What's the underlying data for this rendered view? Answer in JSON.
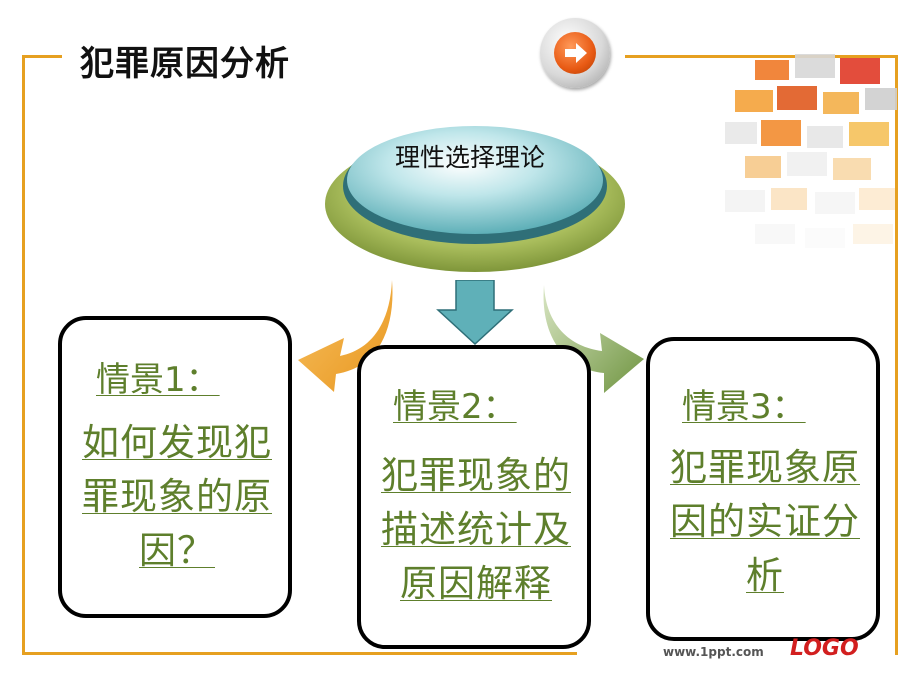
{
  "slide": {
    "title": "犯罪原因分析",
    "theory": "理性选择理论",
    "nav_icon": "arrow-right-icon",
    "scenarios": [
      {
        "heading": "情景1：",
        "body": "如何发现犯罪现象的原因？"
      },
      {
        "heading": "情景2：",
        "body": "犯罪现象的描述统计及原因解释"
      },
      {
        "heading": "情景3：",
        "body": "犯罪现象原因的实证分析"
      }
    ]
  },
  "footer": {
    "url": "www.1ppt.com",
    "logo": "LOGO"
  },
  "colors": {
    "frame": "#e6a020",
    "scenario_text": "#5e7f2c",
    "logo": "#d21f1f",
    "arrow_center": "#5fb0b8"
  }
}
